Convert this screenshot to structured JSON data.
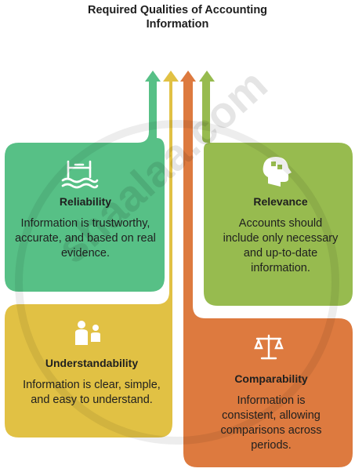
{
  "title_line1": "Required Qualities of Accounting",
  "title_line2": "Information",
  "colors": {
    "reliability": "#57c086",
    "relevance": "#97bb4f",
    "understandability": "#e1c144",
    "comparability": "#dd7a3f"
  },
  "cards": {
    "reliability": {
      "title": "Reliability",
      "desc": "Information is trustworthy, accurate, and based on real evidence.",
      "icon": "castle-icon"
    },
    "relevance": {
      "title": "Relevance",
      "desc": "Accounts should include only necessary and up-to-date information.",
      "icon": "head-puzzle-icon"
    },
    "understandability": {
      "title": "Understandability",
      "desc": "Information is clear, simple, and easy to understand.",
      "icon": "people-icon"
    },
    "comparability": {
      "title": "Comparability",
      "desc": "Information is consistent, allowing comparisons across periods.",
      "icon": "scales-icon"
    }
  },
  "watermark": "shaalaa.com"
}
